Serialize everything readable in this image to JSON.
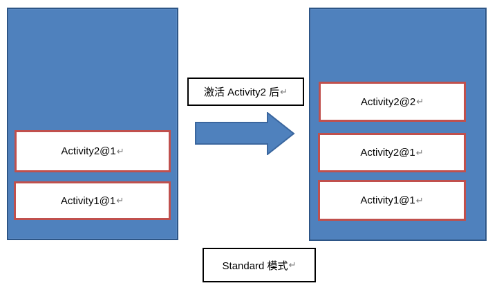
{
  "labels": {
    "transition": "激活 Activity2 后",
    "mode": "Standard 模式",
    "return_symbol": "↵"
  },
  "left_stack": {
    "activities": [
      {
        "label": "Activity2@1"
      },
      {
        "label": "Activity1@1"
      }
    ]
  },
  "right_stack": {
    "activities": [
      {
        "label": "Activity2@2"
      },
      {
        "label": "Activity2@1"
      },
      {
        "label": "Activity1@1"
      }
    ]
  },
  "arrow": {
    "direction": "right"
  },
  "colors": {
    "stack_fill": "#4f81bd",
    "stack_border": "#2d5586",
    "activity_border": "#c0504d",
    "activity_fill": "#ffffff",
    "label_border": "#000000",
    "text": "#000000",
    "return_symbol": "#7a7a7a"
  }
}
